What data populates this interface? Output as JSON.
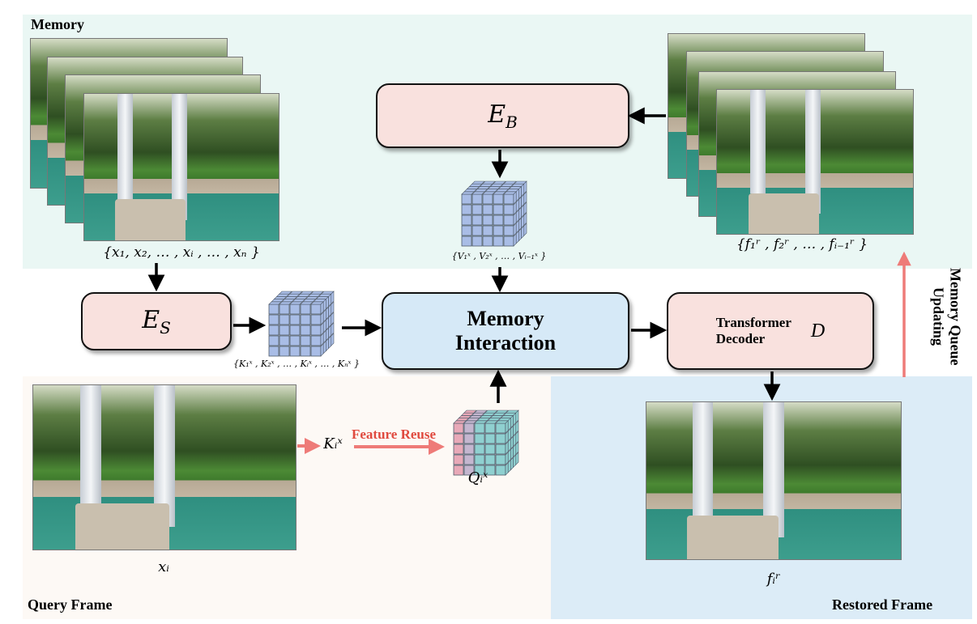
{
  "regions": {
    "memory_label": "Memory",
    "query_label": "Query Frame",
    "restored_label": "Restored Frame"
  },
  "modules": {
    "E_B": {
      "symbol": "E",
      "subscript": "B"
    },
    "E_S": {
      "symbol": "E",
      "subscript": "S"
    },
    "memory_interaction": {
      "line1": "Memory",
      "line2": "Interaction"
    },
    "decoder": {
      "line1": "Transformer",
      "line2": "Decoder",
      "symbol": "D"
    }
  },
  "captions": {
    "memory_frames": "{x₁, x₂, … , xᵢ , … , xₙ }",
    "restored_memory": "{f₁ʳ , f₂ʳ , … , fᵢ₋₁ʳ }",
    "value_features": "{V₁ˣ , V₂ˣ , … , Vᵢ₋₁ˣ }",
    "key_features": "{K₁ˣ , K₂ˣ , … , Kᵢˣ , … , Kₙˣ }",
    "query_key": "Kᵢˣ",
    "query_feature": "Qᵢˣ",
    "query_frame": "xᵢ",
    "restored_frame": "fᵢʳ"
  },
  "annotations": {
    "feature_reuse": "Feature Reuse",
    "memory_queue_line1": "Memory Queue",
    "memory_queue_line2": "Updating"
  },
  "colors": {
    "memory_bg": "#eaf7f4",
    "query_bg": "#fdf9f5",
    "restored_bg": "#dcecf7",
    "encoder_box": "#f9e1de",
    "interaction_box": "#d6e9f7",
    "accent_arrow": "#ee7b78",
    "feature_reuse_text": "#e04a3f",
    "cube_blue": "#a9bde6",
    "cube_teal": "#8fd0d0",
    "cube_pink": "#e8a9b8"
  }
}
